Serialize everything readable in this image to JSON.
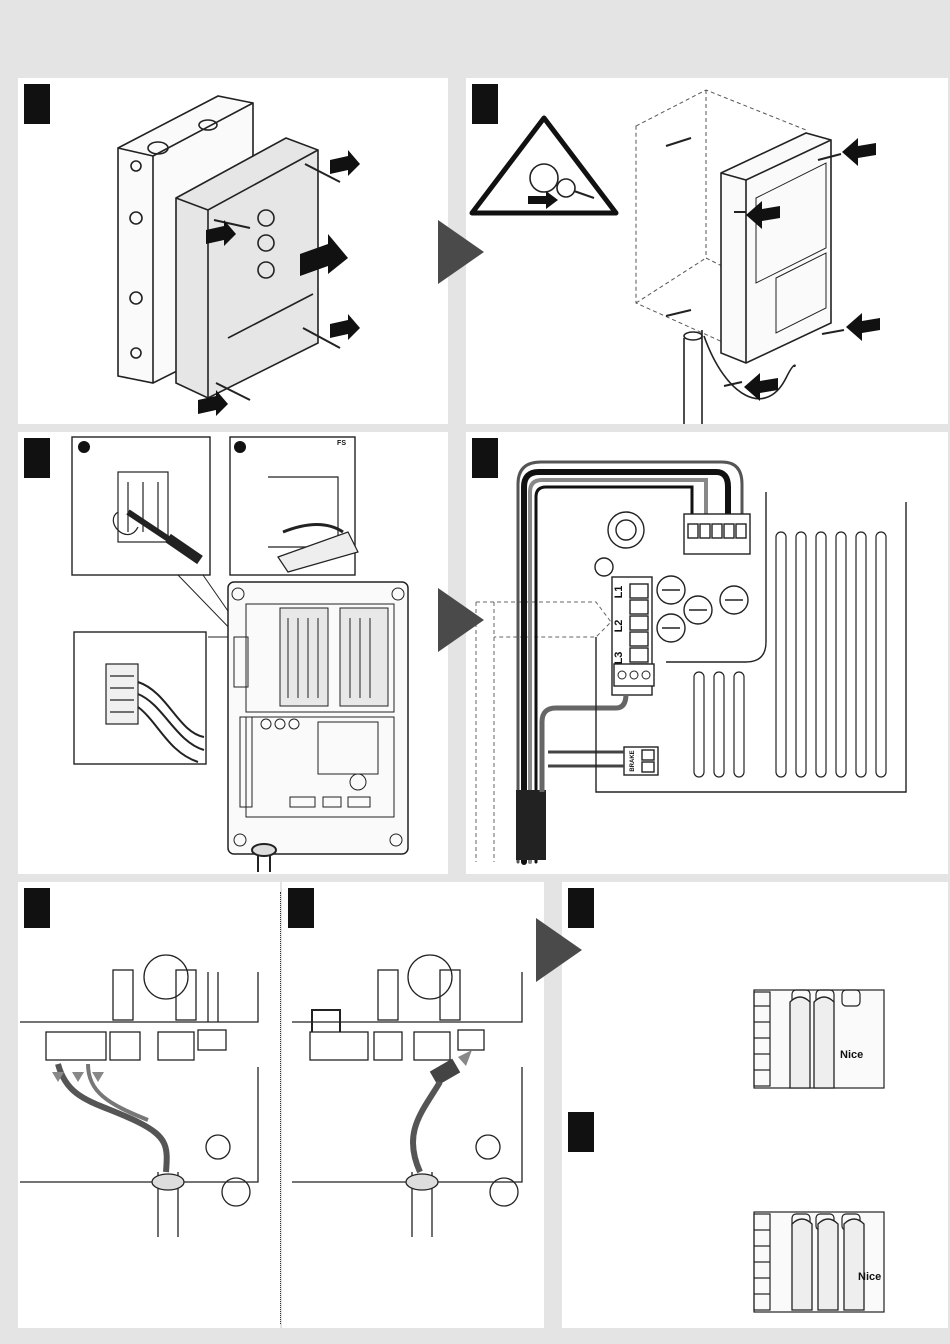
{
  "labels": {
    "terminal_l1": "L1",
    "terminal_l2": "L2",
    "terminal_l3": "L3",
    "brake": "BRAKE",
    "brand_1": "Nice",
    "brand_2": "Nice",
    "inset_code": "FS"
  },
  "colors": {
    "page_bg": "#e3e4e3",
    "panel_bg": "#ffffff",
    "step_marker": "#111111",
    "flow_arrow": "#4a4a4a",
    "line_art": "#222222"
  },
  "icons": [
    "step-marker",
    "flow-arrow",
    "screw-arrow",
    "screwdriver-icon",
    "warning-triangle-icon",
    "finger-press-icon"
  ]
}
